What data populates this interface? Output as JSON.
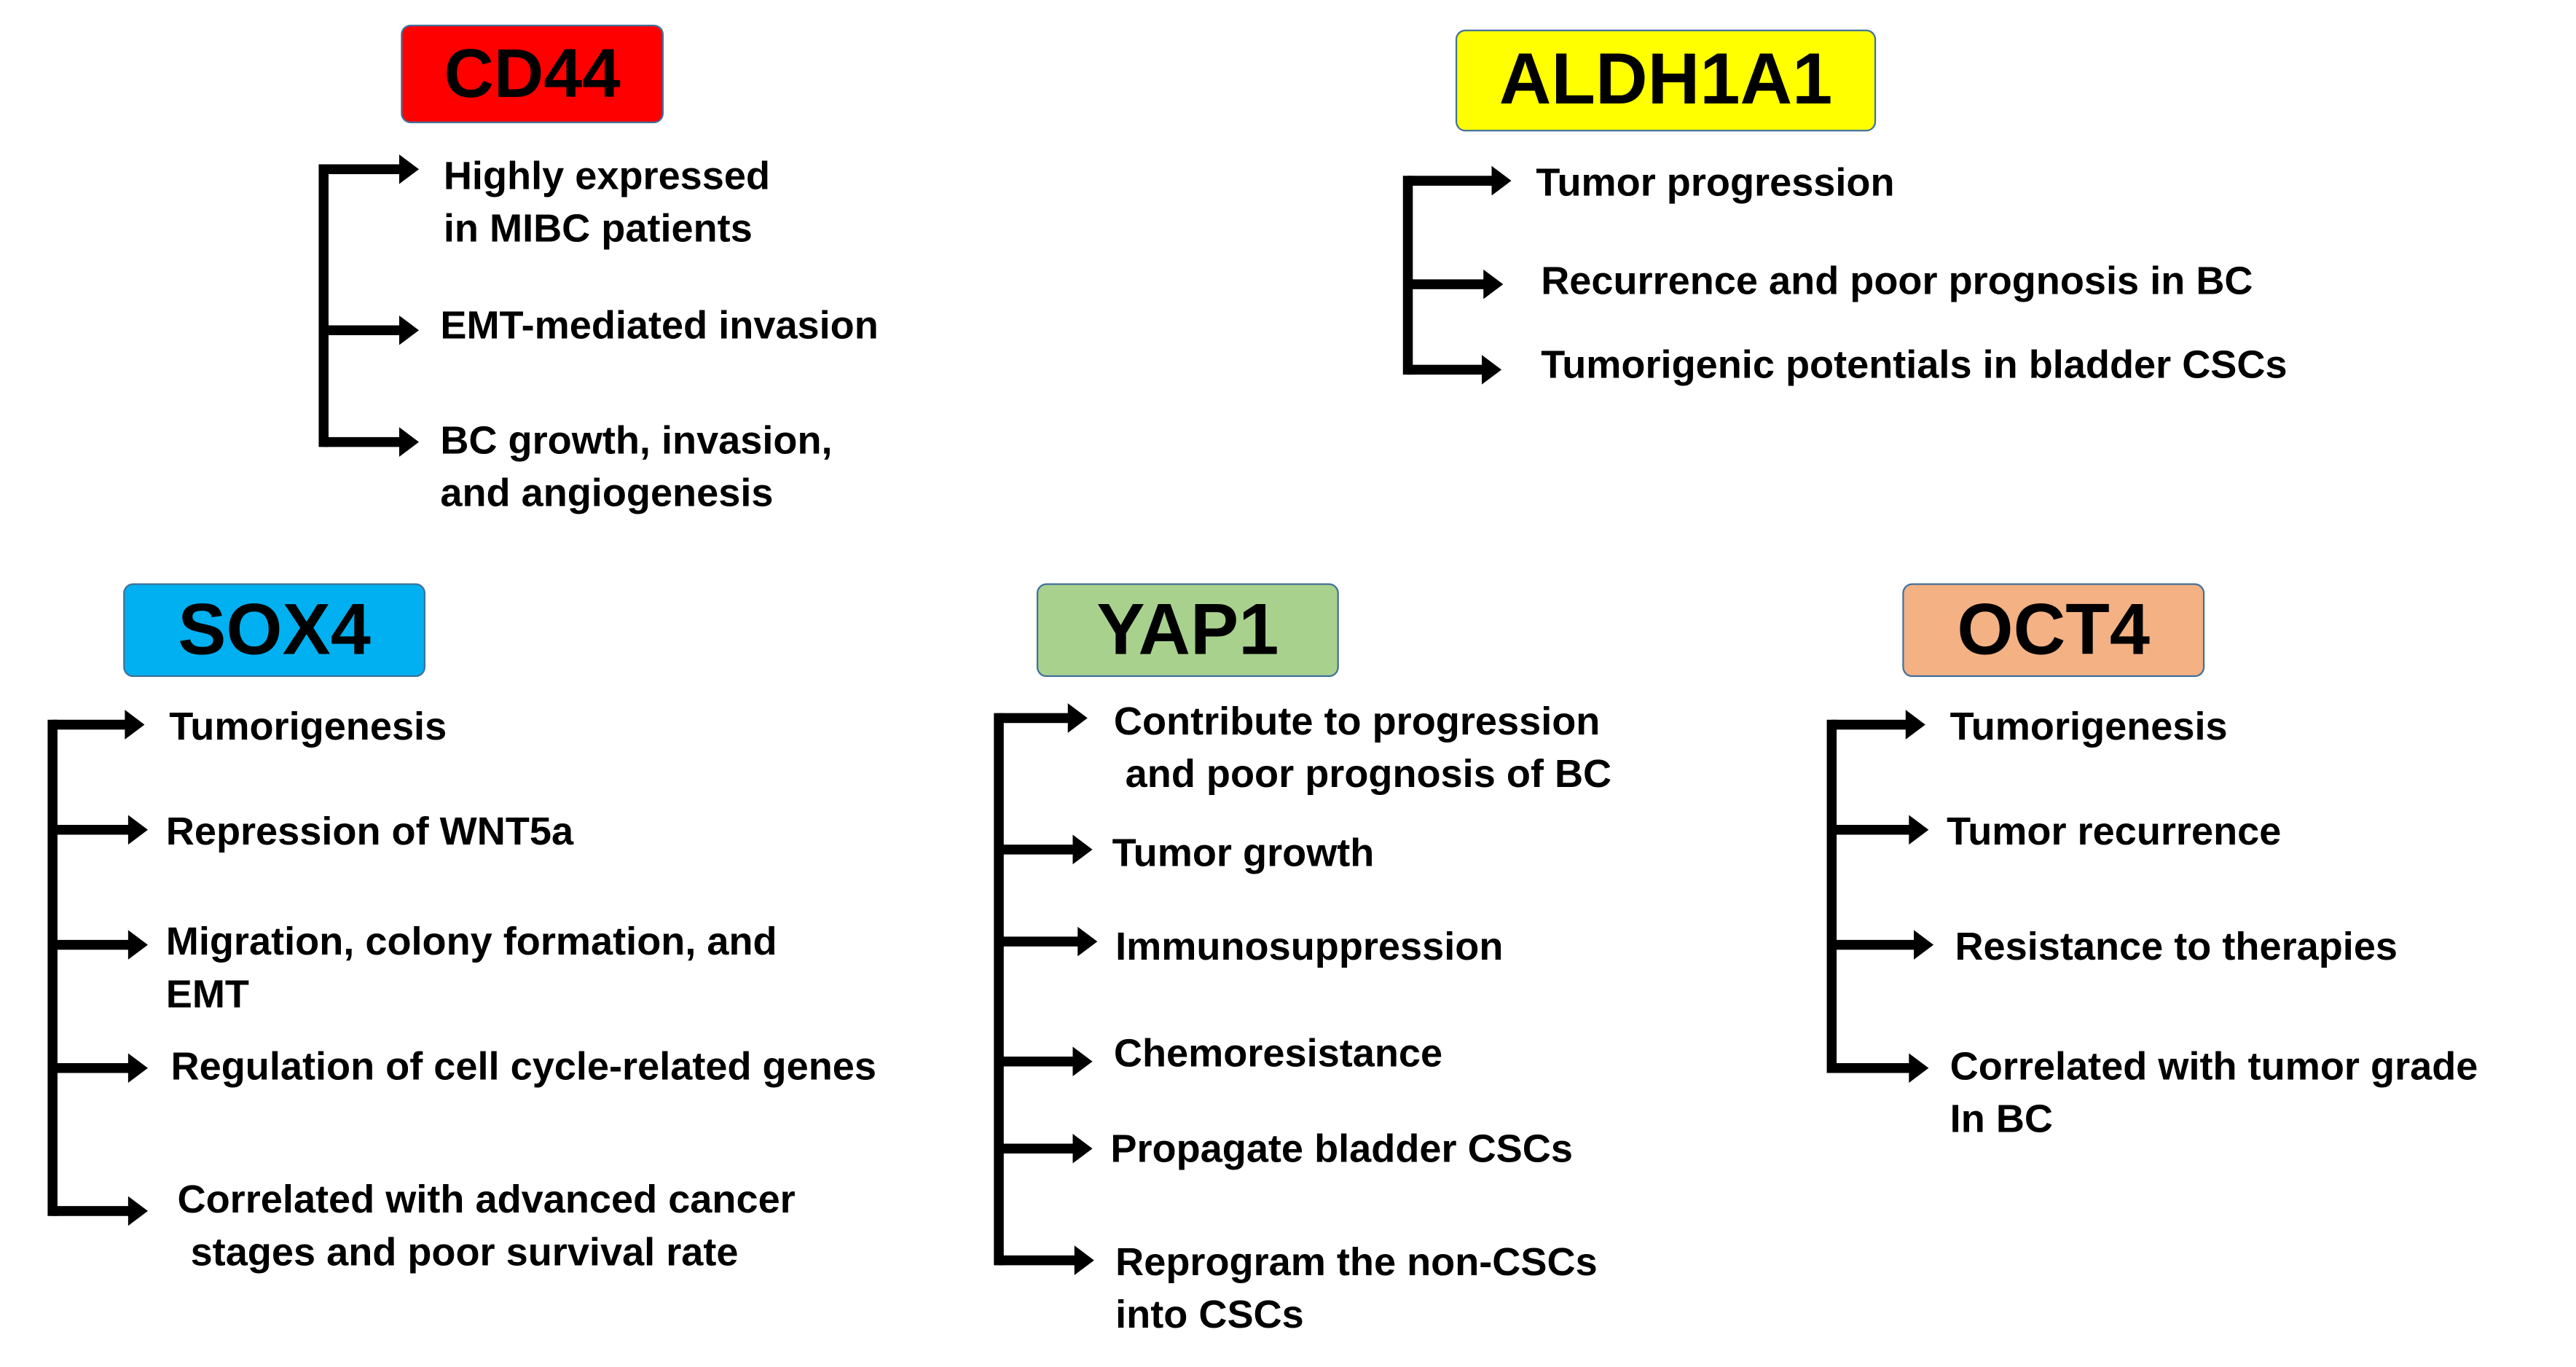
{
  "groups": {
    "cd44": {
      "label": "CD44",
      "color": "#ff0000",
      "items": [
        [
          "Highly expressed",
          "in MIBC patients"
        ],
        [
          "EMT-mediated invasion"
        ],
        [
          "BC growth, invasion,",
          "and angiogenesis"
        ]
      ]
    },
    "aldh1a1": {
      "label": "ALDH1A1",
      "color": "#ffff00",
      "items": [
        [
          "Tumor progression"
        ],
        [
          "Recurrence and poor prognosis in BC"
        ],
        [
          "Tumorigenic potentials in bladder CSCs"
        ]
      ]
    },
    "sox4": {
      "label": "SOX4",
      "color": "#00b0f0",
      "items": [
        [
          "Tumorigenesis"
        ],
        [
          "Repression of WNT5a"
        ],
        [
          "Migration, colony formation, and",
          "EMT"
        ],
        [
          "Regulation of cell cycle-related genes"
        ],
        [
          "Correlated with advanced cancer",
          "stages and poor survival rate"
        ]
      ]
    },
    "yap1": {
      "label": "YAP1",
      "color": "#a9d18e",
      "items": [
        [
          "Contribute to progression",
          "and poor prognosis of BC"
        ],
        [
          "Tumor growth"
        ],
        [
          "Immunosuppression"
        ],
        [
          "Chemoresistance"
        ],
        [
          "Propagate bladder CSCs"
        ],
        [
          "Reprogram the non-CSCs",
          "into CSCs"
        ]
      ]
    },
    "oct4": {
      "label": "OCT4",
      "color": "#f4b183",
      "items": [
        [
          "Tumorigenesis"
        ],
        [
          "Tumor recurrence"
        ],
        [
          "Resistance to therapies"
        ],
        [
          "Correlated with tumor grade",
          "In BC"
        ]
      ]
    }
  }
}
